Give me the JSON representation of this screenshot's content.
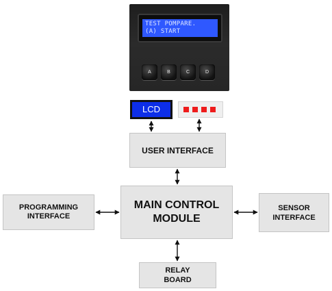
{
  "photo": {
    "lcd_line1": "TEST POMPARE.",
    "lcd_line2": "(A) START",
    "buttons": [
      "A",
      "B",
      "C",
      "D"
    ]
  },
  "displays": {
    "lcd_label": "LCD",
    "led_count": 4,
    "led_color": "#ee1c1c",
    "lcd_color": "#0d2ee8"
  },
  "blocks": {
    "user_interface": "USER INTERFACE",
    "main_control_line1": "MAIN CONTROL",
    "main_control_line2": "MODULE",
    "programming_line1": "PROGRAMMING",
    "programming_line2": "INTERFACE",
    "sensor_line1": "SENSOR",
    "sensor_line2": "INTERFACE",
    "relay_line1": "RELAY",
    "relay_line2": "BOARD"
  }
}
